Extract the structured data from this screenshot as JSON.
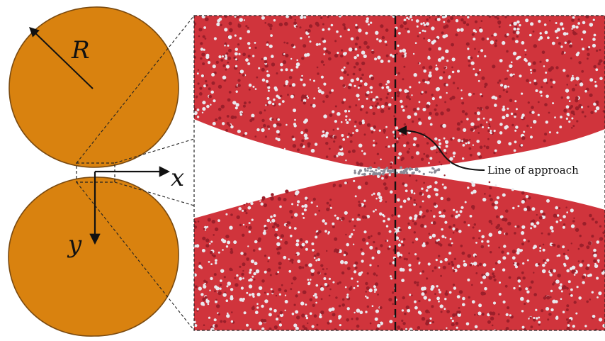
{
  "labels": {
    "radius": "R",
    "x_axis": "x",
    "y_axis": "y",
    "approach_line": "Line of approach"
  },
  "colors": {
    "particle_fill": "#D9820F",
    "particle_stroke": "#7a4a10",
    "oxygen": "#d0343c",
    "hydrogen": "#e9e9ee",
    "contact_atoms": "#8a8a96",
    "background": "#ffffff"
  }
}
